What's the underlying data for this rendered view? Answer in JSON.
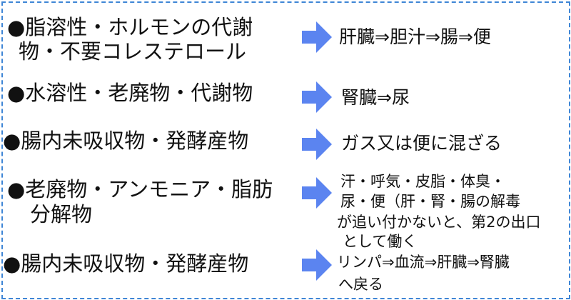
{
  "accent_color": "#5b84f0",
  "rows": [
    {
      "left": [
        "●脂溶性・ホルモンの代謝",
        "物・不要コレステロール"
      ],
      "right": [
        "肝臓⇒胆汁⇒腸⇒便"
      ]
    },
    {
      "left": [
        "●水溶性・老廃物・代謝物"
      ],
      "right": [
        "腎臓⇒尿"
      ]
    },
    {
      "left": [
        "●腸内未吸収物・発酵産物"
      ],
      "right": [
        "ガス又は便に混ざる"
      ]
    },
    {
      "left": [
        "●老廃物・アンモニア・脂肪",
        "分解物"
      ],
      "right": [
        "汗・呼気・皮脂・体臭・",
        "尿・便（肝・腎・腸の解毒",
        "が追い付かないと、第2の出口",
        "として働く"
      ]
    },
    {
      "left": [
        "●腸内未吸収物・発酵産物"
      ],
      "right": [
        "リンパ⇒血流⇒肝臓⇒腎臓",
        "へ戻る"
      ]
    }
  ]
}
